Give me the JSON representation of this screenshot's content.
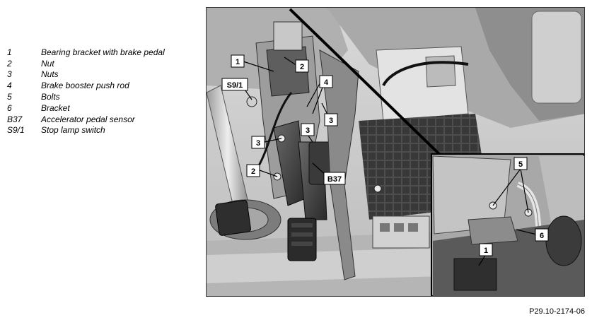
{
  "legend": [
    {
      "code": "1",
      "desc": "Bearing bracket with brake pedal"
    },
    {
      "code": "2",
      "desc": "Nut"
    },
    {
      "code": "3",
      "desc": "Nuts"
    },
    {
      "code": "4",
      "desc": "Brake booster push rod"
    },
    {
      "code": "5",
      "desc": "Bolts"
    },
    {
      "code": "6",
      "desc": "Bracket"
    },
    {
      "code": "B37",
      "desc": "Accelerator pedal sensor"
    },
    {
      "code": "S9/1",
      "desc": "Stop lamp switch"
    }
  ],
  "callouts": {
    "c1_main": "1",
    "c2_top": "2",
    "s91": "S9/1",
    "c4": "4",
    "c3_mid": "3",
    "c3_right": "3",
    "c3_left": "3",
    "c2_low": "2",
    "b37": "B37",
    "c5": "5",
    "c6": "6",
    "c1_inset": "1"
  },
  "reference": "P29.10-2174-06"
}
